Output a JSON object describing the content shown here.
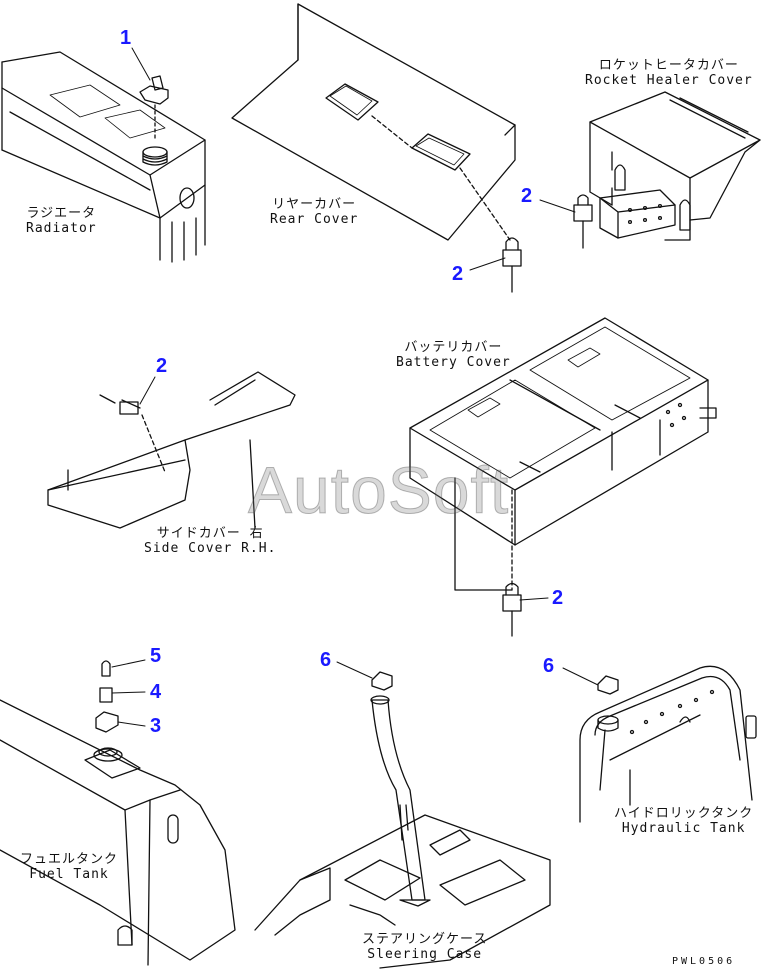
{
  "labels": {
    "radiator_jp": "ラジエータ",
    "radiator_en": "Radiator",
    "rear_cover_jp": "リヤーカバー",
    "rear_cover_en": "Rear Cover",
    "rocket_heater_jp": "ロケットヒータカバー",
    "rocket_heater_en": "Rocket Healer Cover",
    "battery_cover_jp": "バッテリカバー",
    "battery_cover_en": "Battery Cover",
    "side_cover_jp": "サイドカバー  右",
    "side_cover_en": "Side Cover R.H.",
    "fuel_tank_jp": "フュエルタンク",
    "fuel_tank_en": "Fuel Tank",
    "steering_case_jp": "ステアリングケース",
    "steering_case_en": "Sleering Case",
    "hydraulic_tank_jp": "ハイドロリックタンク",
    "hydraulic_tank_en": "Hydraulic Tank"
  },
  "callouts": [
    "1",
    "2",
    "3",
    "4",
    "5",
    "6"
  ],
  "watermark": "AutoSoft",
  "drawing_code": "PWL0506",
  "colors": {
    "line": "#111111",
    "callout": "#1a1aff",
    "watermark": "#8a8a8a"
  }
}
